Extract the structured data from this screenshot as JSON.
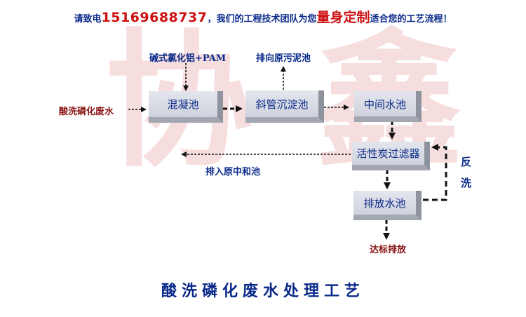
{
  "header": {
    "prefix": "请致电",
    "phone": "15169688737",
    "middle": "，我们的工程技术团队为您",
    "emphasis": "量身定制",
    "suffix": "适合您的工艺流程！"
  },
  "nodes": {
    "coagulation": "混凝池",
    "inclined_tube": "斜管沉淀池",
    "intermediate": "中间水池",
    "carbon_filter": "活性炭过滤器",
    "discharge_pool": "排放水池"
  },
  "labels": {
    "input": "酸洗磷化废水",
    "chemicals": "碱式氯化铝+PAM",
    "sludge": "排向原污泥池",
    "neutral": "排入原中和池",
    "backwash_1": "反",
    "backwash_2": "洗",
    "output": "达标排放"
  },
  "footer": {
    "title": "酸洗磷化废水处理工艺"
  },
  "colors": {
    "blue": "#0a2a8a",
    "red": "#cc1111",
    "dark_red": "#8a1616",
    "watermark": "#f6dede"
  },
  "watermark": {
    "left": "协",
    "right": "鑫"
  }
}
